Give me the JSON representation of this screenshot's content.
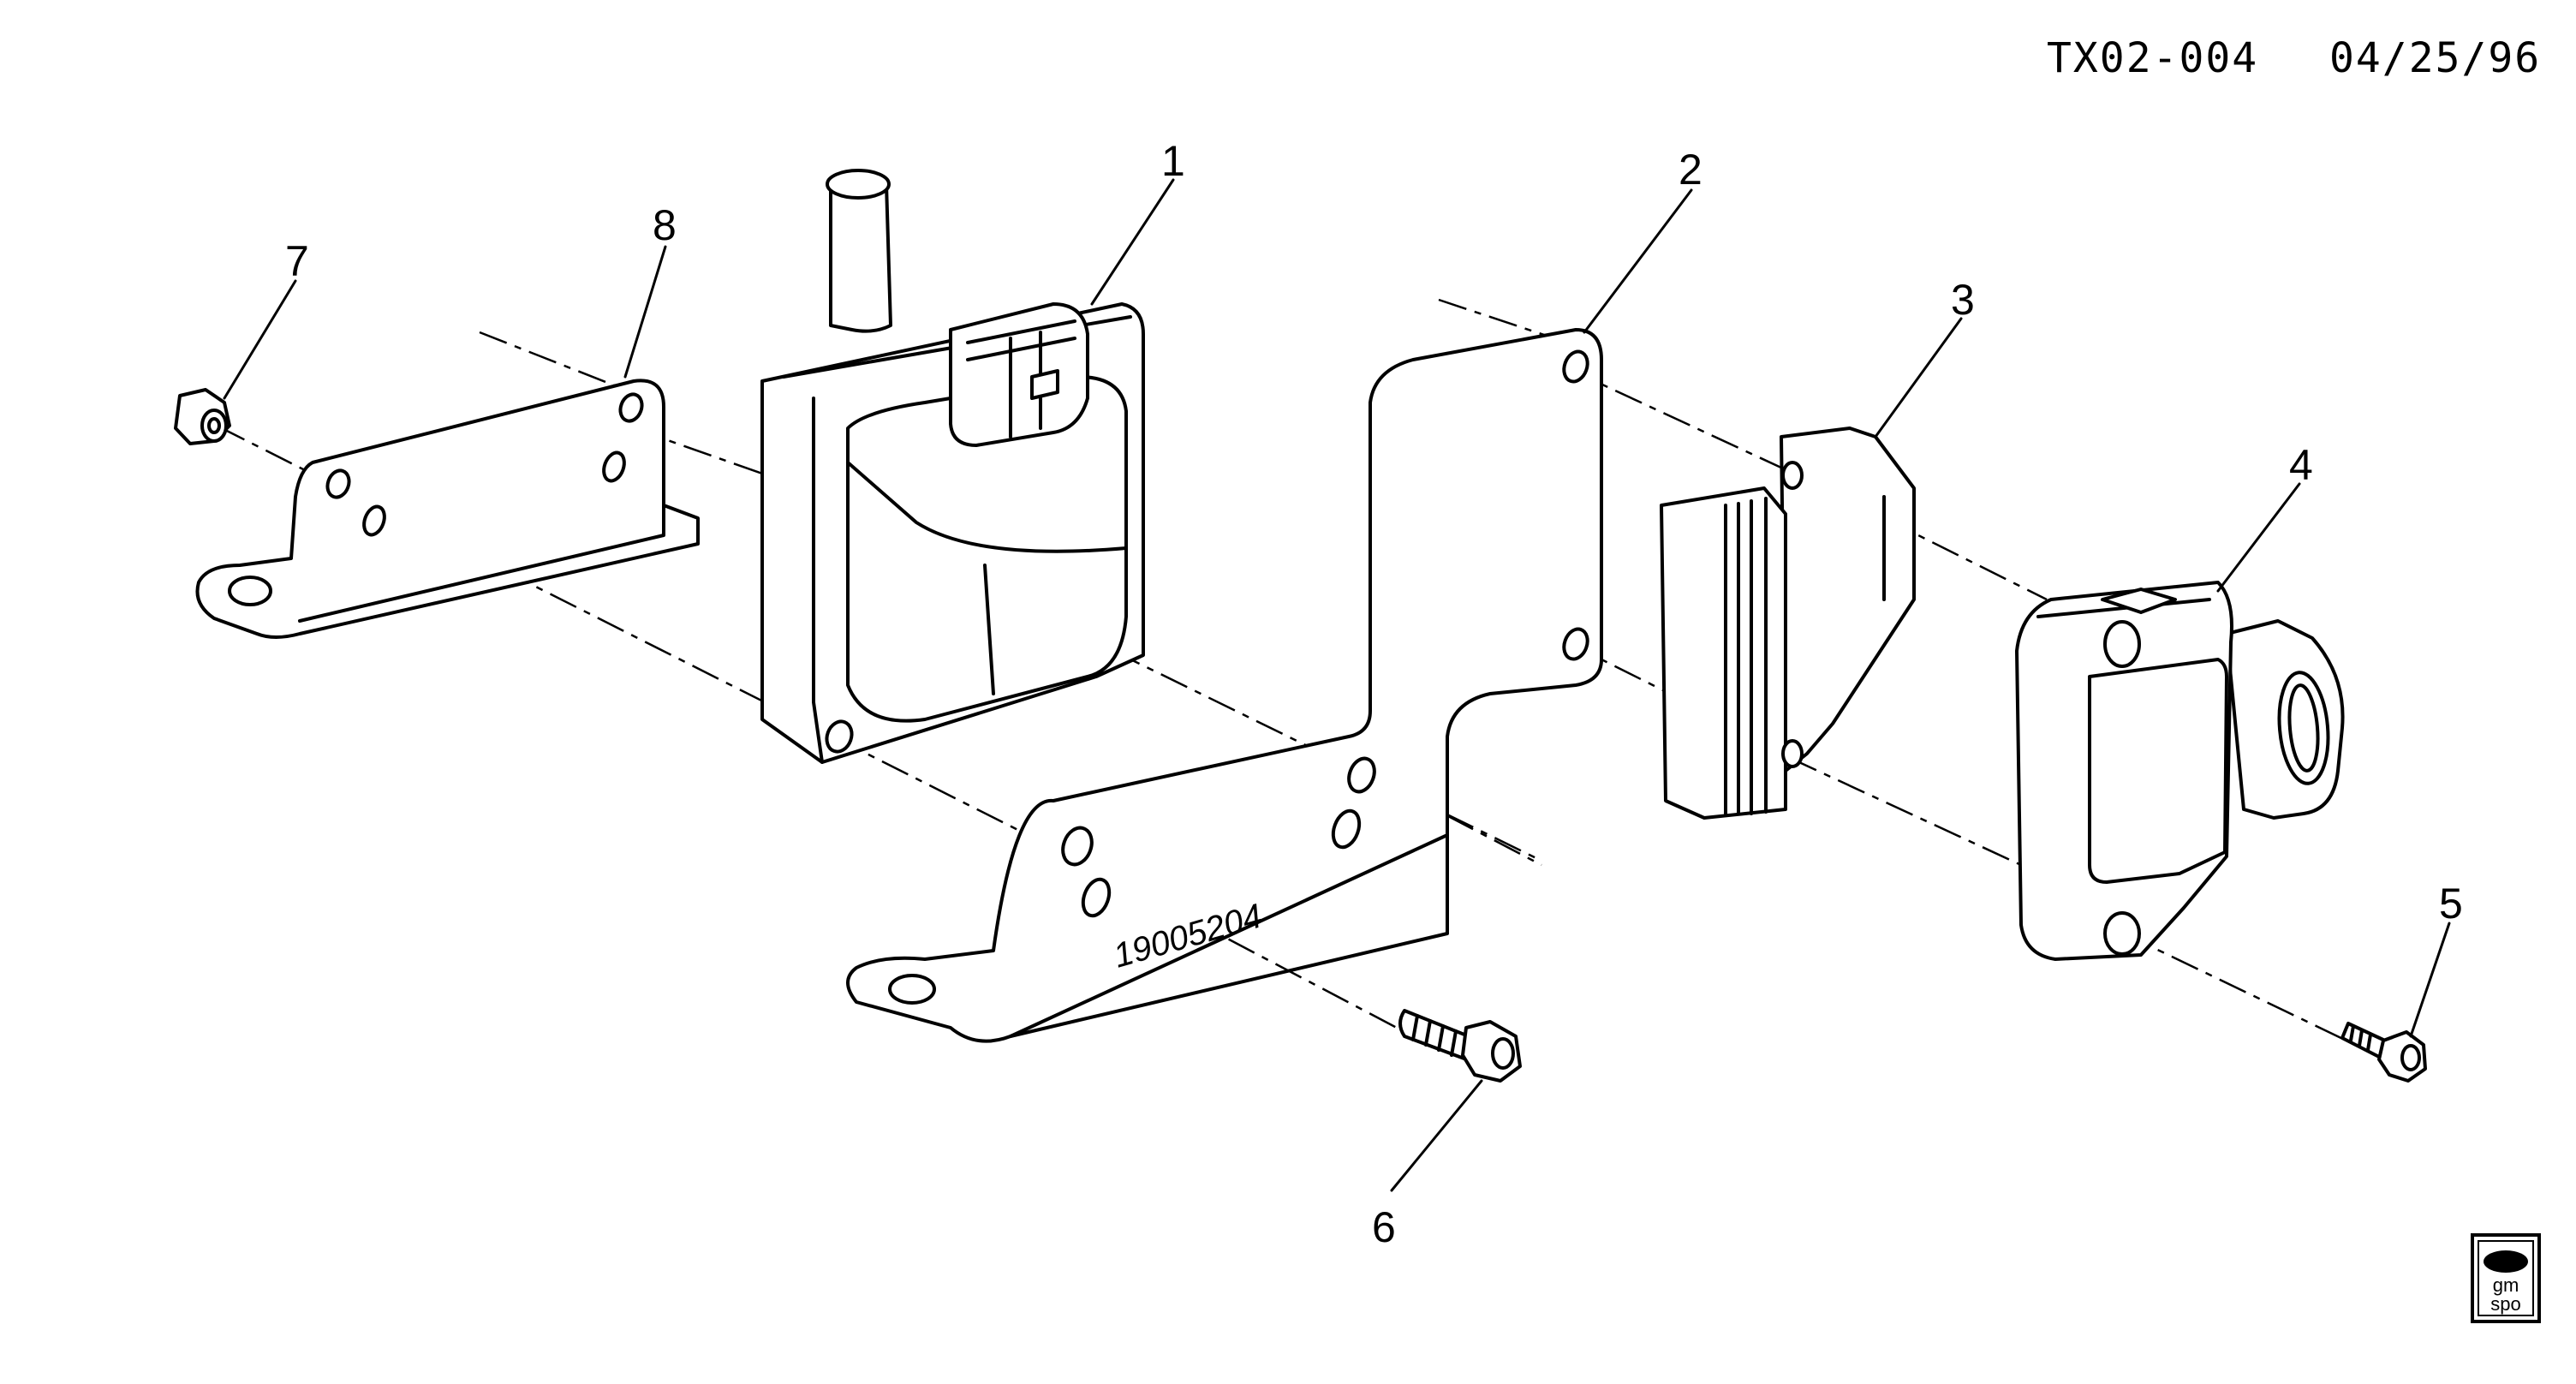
{
  "header": {
    "code": "TX02-004",
    "date": "04/25/96"
  },
  "callouts": {
    "c1": "1",
    "c2": "2",
    "c3": "3",
    "c4": "4",
    "c5": "5",
    "c6": "6",
    "c7": "7",
    "c8": "8"
  },
  "bracket_stamp": "19005204",
  "logo": {
    "line1": "gm",
    "line2": "spo"
  }
}
